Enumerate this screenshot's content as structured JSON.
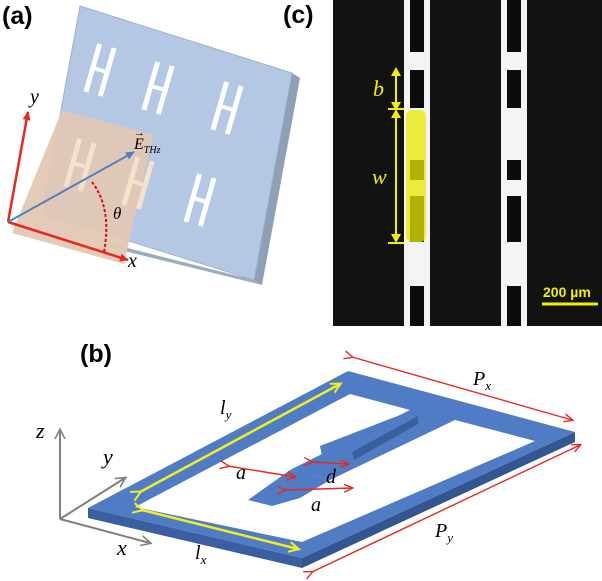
{
  "panels": {
    "a": {
      "label": "(a)",
      "axis_y": "y",
      "axis_x": "x",
      "field_symbol": "E",
      "field_sub": "THz",
      "angle": "θ"
    },
    "b": {
      "label": "(b)",
      "axis_z": "z",
      "axis_y": "y",
      "axis_x": "x",
      "dim_ly": "l",
      "dim_ly_sub": "y",
      "dim_lx": "l",
      "dim_lx_sub": "x",
      "dim_px": "P",
      "dim_px_sub": "x",
      "dim_py": "P",
      "dim_py_sub": "y",
      "dim_a_top": "a",
      "dim_a_bottom": "a",
      "dim_d": "d"
    },
    "c": {
      "label": "(c)",
      "dim_b": "b",
      "dim_w": "w",
      "scale_bar": "200 µm"
    }
  },
  "colors": {
    "substrate": "#b4c8e4",
    "substrate_side": "#8e9fb6",
    "beam_region": "#e2c8b4",
    "structure": "#4f7cc4",
    "structure_dark": "#3a5f9e",
    "arrow_red": "#e8281e",
    "field_arrow": "#4f81bd",
    "highlight_yellow": "#e8e800"
  }
}
